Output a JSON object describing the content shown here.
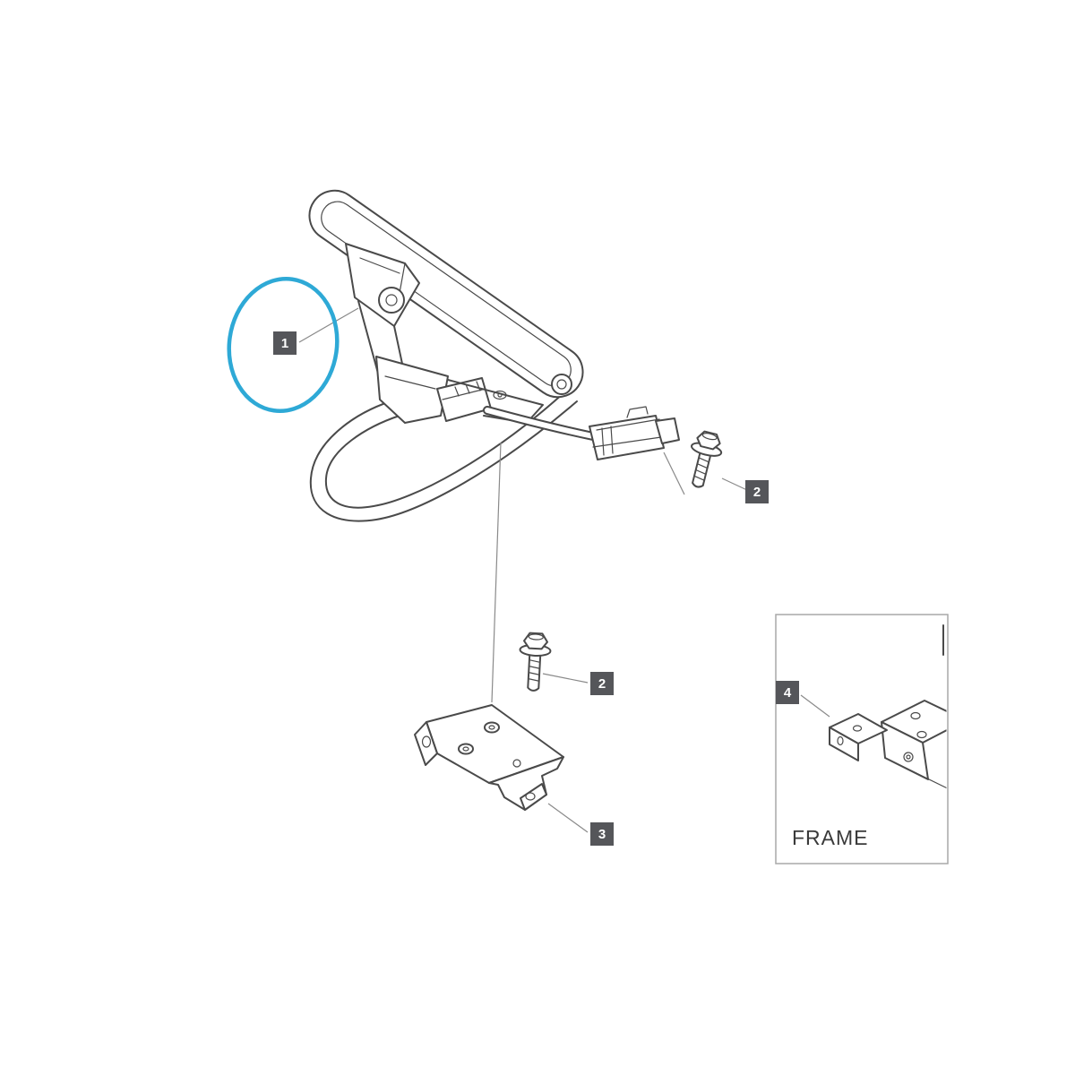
{
  "diagram": {
    "callouts": {
      "part1": "1",
      "part2_upper": "2",
      "part2_lower": "2",
      "part3": "3",
      "part4": "4"
    },
    "inset": {
      "caption": "FRAME"
    },
    "colors": {
      "highlight_circle": "#2EA9D6",
      "line_art": "#4A4A4A",
      "callout_background": "#55565A",
      "callout_text": "#FFFFFF"
    }
  }
}
